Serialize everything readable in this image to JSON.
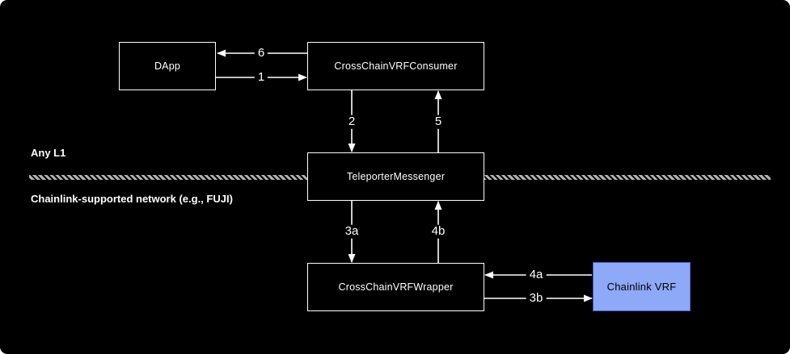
{
  "diagram": {
    "title_context": "Cross-chain VRF architecture diagram",
    "zones": {
      "top_label": "Any L1",
      "bottom_label": "Chainlink-supported network (e.g., FUJI)"
    },
    "nodes": {
      "dapp": {
        "label": "DApp"
      },
      "consumer": {
        "label": "CrossChainVRFConsumer"
      },
      "teleporter": {
        "label": "TeleporterMessenger"
      },
      "wrapper": {
        "label": "CrossChainVRFWrapper"
      },
      "chainlink": {
        "label": "Chainlink VRF"
      }
    },
    "edges": {
      "e1": {
        "label": "1",
        "from": "DApp",
        "to": "CrossChainVRFConsumer"
      },
      "e2": {
        "label": "2",
        "from": "CrossChainVRFConsumer",
        "to": "TeleporterMessenger"
      },
      "e3a": {
        "label": "3a",
        "from": "TeleporterMessenger",
        "to": "CrossChainVRFWrapper"
      },
      "e3b": {
        "label": "3b",
        "from": "CrossChainVRFWrapper",
        "to": "Chainlink VRF"
      },
      "e4a": {
        "label": "4a",
        "from": "Chainlink VRF",
        "to": "CrossChainVRFWrapper"
      },
      "e4b": {
        "label": "4b",
        "from": "CrossChainVRFWrapper",
        "to": "TeleporterMessenger"
      },
      "e5": {
        "label": "5",
        "from": "TeleporterMessenger",
        "to": "CrossChainVRFConsumer"
      },
      "e6": {
        "label": "6",
        "from": "CrossChainVRFConsumer",
        "to": "DApp"
      }
    },
    "colors": {
      "background": "#000000",
      "box_border": "#ffffff",
      "box_text": "#ffffff",
      "arrow": "#ffffff",
      "divider": "#b3b3b3",
      "chainlink_fill": "#8da9f8",
      "chainlink_border": "#4d5fc8",
      "chainlink_text": "#000000"
    }
  }
}
